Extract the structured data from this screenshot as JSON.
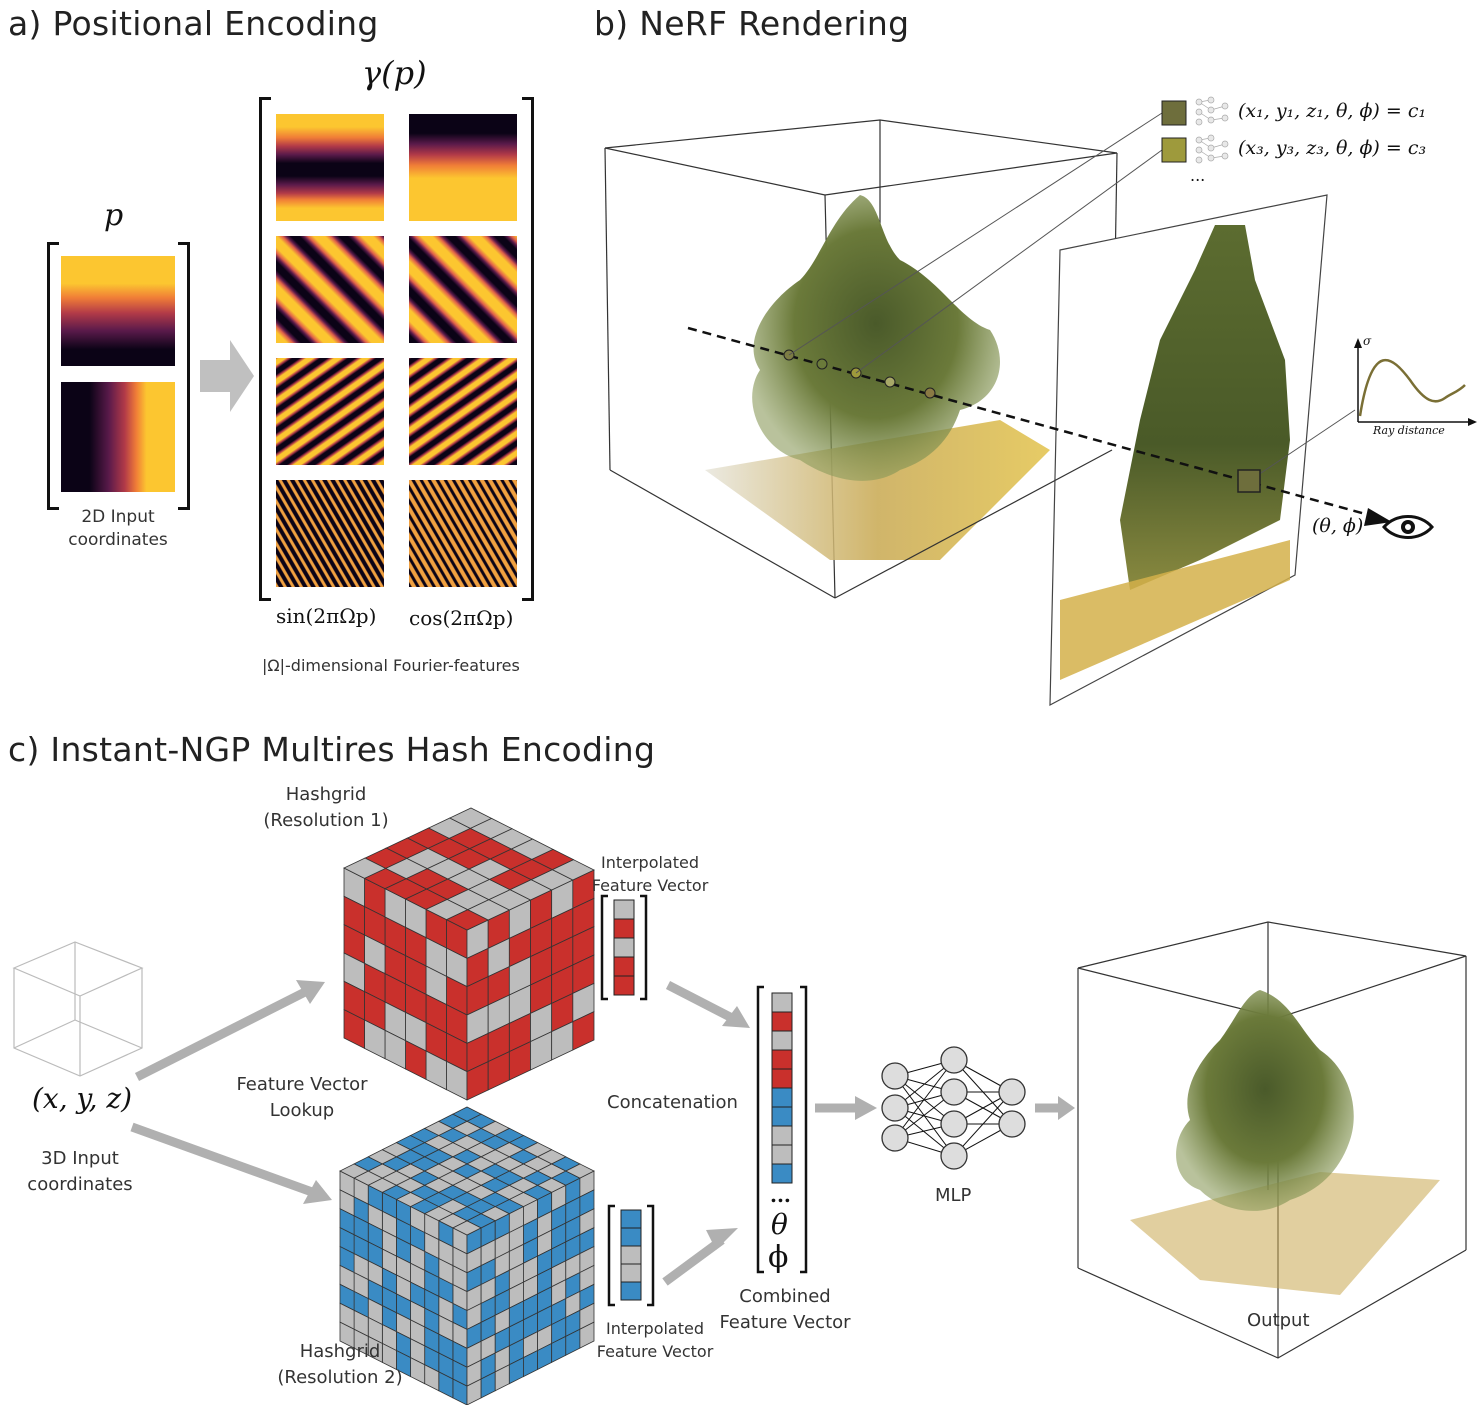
{
  "panel_a": {
    "title": "a) Positional Encoding",
    "input_symbol": "p",
    "input_caption_line1": "2D Input",
    "input_caption_line2": "coordinates",
    "encoding_symbol": "γ(p)",
    "sin_label": "sin(2πΩp)",
    "cos_label": "cos(2πΩp)",
    "features_caption": "|Ω|-dimensional Fourier-features",
    "colormap": [
      "#0b0316",
      "#5a1a4a",
      "#b23a48",
      "#f07d37",
      "#fcc630"
    ]
  },
  "panel_b": {
    "title": "b) NeRF Rendering",
    "sample_eq_1": "(x₁, y₁, z₁, θ, ϕ) = c₁",
    "sample_eq_3": "(x₃, y₃, z₃, θ, ϕ) = c₃",
    "ellipsis": "...",
    "sigma_label": "σ",
    "ray_distance_label": "Ray distance",
    "view_direction_label": "(θ, ϕ)",
    "sample_colors": [
      "#6e6e3c",
      "#9e9a3c"
    ]
  },
  "panel_c": {
    "title": "c) Instant-NGP Multires Hash Encoding",
    "input_coords": "(x, y, z)",
    "input_caption_line1": "3D Input",
    "input_caption_line2": "coordinates",
    "lookup_line1": "Feature Vector",
    "lookup_line2": "Lookup",
    "grid1_line1": "Hashgrid",
    "grid1_line2": "(Resolution 1)",
    "grid2_line1": "Hashgrid",
    "grid2_line2": "(Resolution 2)",
    "interp_line1": "Interpolated",
    "interp_line2": "Feature Vector",
    "concat_label": "Concatenation",
    "combined_line1": "Combined",
    "combined_line2": "Feature Vector",
    "vector_ellipsis": "...",
    "theta": "θ",
    "phi": "ϕ",
    "mlp_label": "MLP",
    "output_label": "Output",
    "red": "#c9302c",
    "blue": "#3a8bc4",
    "grey": "#bdbdbd"
  }
}
